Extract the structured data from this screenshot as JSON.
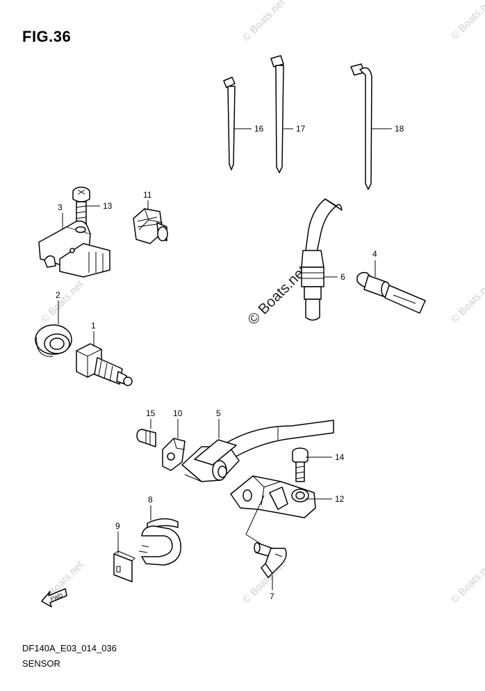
{
  "figure": {
    "title": "FIG.36",
    "code": "DF140A_E03_014_036",
    "name": "SENSOR"
  },
  "direction_badge": "FWD",
  "callouts": [
    "1",
    "2",
    "3",
    "4",
    "5",
    "6",
    "7",
    "8",
    "9",
    "10",
    "11",
    "12",
    "13",
    "14",
    "15",
    "16",
    "17",
    "18"
  ],
  "watermark": {
    "small": "© Boats.net",
    "large": "© Boats.net"
  }
}
